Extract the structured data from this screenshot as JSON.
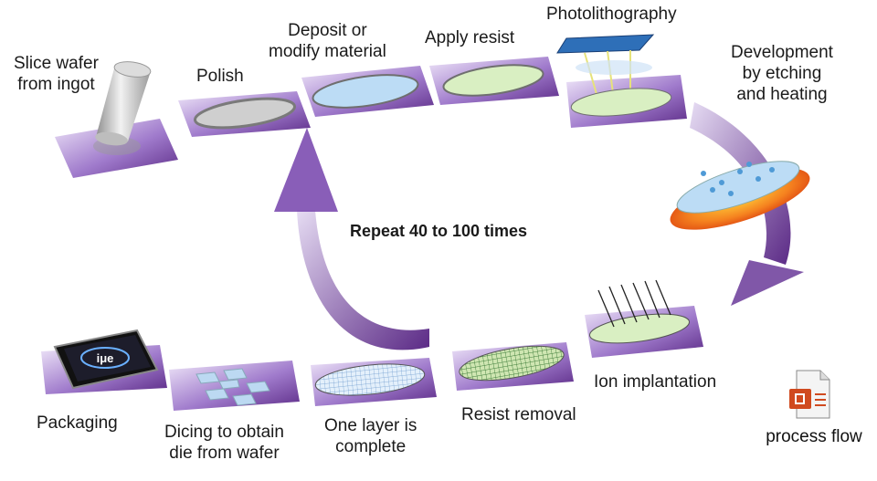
{
  "steps": {
    "slice": "Slice wafer\nfrom ingot",
    "polish": "Polish",
    "deposit": "Deposit or\nmodify material",
    "apply_resist": "Apply resist",
    "photolithography": "Photolithography",
    "development": "Development\nby etching\nand heating",
    "ion_implantation": "Ion implantation",
    "resist_removal": "Resist removal",
    "one_layer": "One layer is\ncomplete",
    "dicing": "Dicing to obtain\ndie from wafer",
    "packaging": "Packaging"
  },
  "cycle_label": "Repeat 40 to 100 times",
  "chip_logo": "iμe",
  "attachment": {
    "label": "process flow",
    "icon": "powerpoint-file-icon"
  },
  "colors": {
    "purple": "#5b2a86",
    "purple_light": "#cbb3e6",
    "wafer_blue": "#bcdcf5",
    "wafer_green": "#d9efc2",
    "orange": "#f26a1b"
  }
}
